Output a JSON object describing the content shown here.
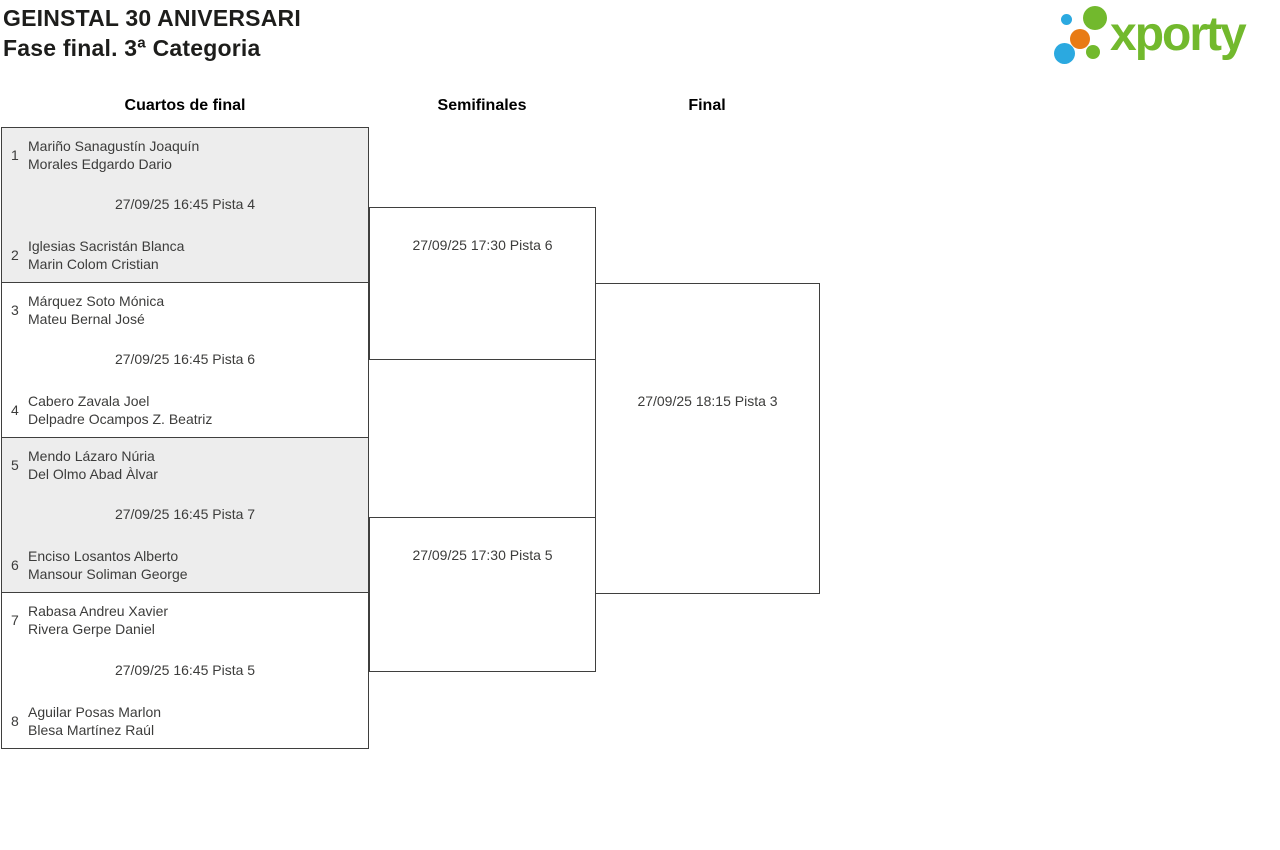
{
  "header": {
    "title_line1": "GEINSTAL 30 ANIVERSARI",
    "title_line2": "Fase final. 3ª Categoria",
    "logo_text": "xporty"
  },
  "columns": [
    {
      "label": "Cuartos de final"
    },
    {
      "label": "Semifinales"
    },
    {
      "label": "Final"
    }
  ],
  "colors": {
    "brand_green": "#72b92d",
    "brand_blue": "#2ba9e0",
    "brand_orange": "#e87b14",
    "shaded_match_bg": "#ededed",
    "border": "#3f3f3e",
    "text": "#3c3c3b"
  },
  "bracket": {
    "quarterfinals": [
      {
        "seed_top": "1",
        "team_top": [
          "Mariño Sanagustín Joaquín",
          "Morales Edgardo Dario"
        ],
        "schedule": "27/09/25 16:45 Pista 4",
        "seed_bottom": "2",
        "team_bottom": [
          "Iglesias Sacristán Blanca",
          "Marin Colom Cristian"
        ]
      },
      {
        "seed_top": "3",
        "team_top": [
          "Márquez Soto Mónica",
          "Mateu Bernal José"
        ],
        "schedule": "27/09/25 16:45 Pista 6",
        "seed_bottom": "4",
        "team_bottom": [
          "Cabero Zavala Joel",
          "Delpadre Ocampos Z. Beatriz"
        ]
      },
      {
        "seed_top": "5",
        "team_top": [
          "Mendo Lázaro Núria",
          "Del Olmo Abad Àlvar"
        ],
        "schedule": "27/09/25 16:45 Pista 7",
        "seed_bottom": "6",
        "team_bottom": [
          "Enciso Losantos Alberto",
          "Mansour Soliman George"
        ]
      },
      {
        "seed_top": "7",
        "team_top": [
          "Rabasa Andreu Xavier",
          "Rivera Gerpe Daniel"
        ],
        "schedule": "27/09/25 16:45 Pista 5",
        "seed_bottom": "8",
        "team_bottom": [
          "Aguilar Posas Marlon",
          "Blesa Martínez Raúl"
        ]
      }
    ],
    "semifinals": [
      {
        "schedule": "27/09/25 17:30 Pista 6"
      },
      {
        "schedule": "27/09/25 17:30 Pista 5"
      }
    ],
    "final": {
      "schedule": "27/09/25 18:15 Pista 3"
    }
  }
}
